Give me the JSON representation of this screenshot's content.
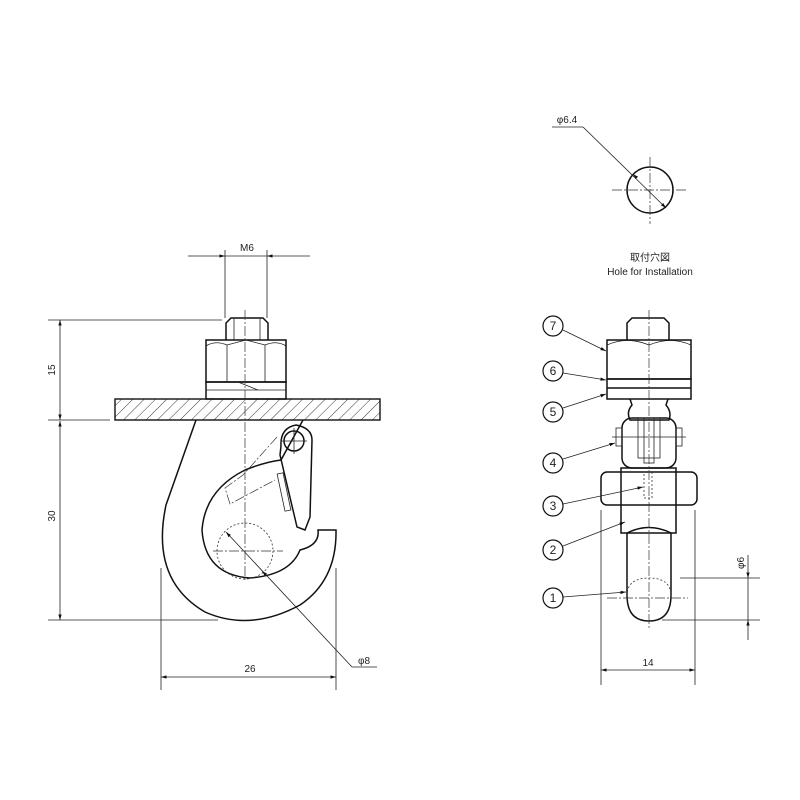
{
  "drawing": {
    "front_view": {
      "dim_thread": "M6",
      "dim_height_upper": "15",
      "dim_height_lower": "30",
      "dim_width": "26",
      "dim_hook_diameter": "φ8"
    },
    "mounting_hole": {
      "dim_diameter": "φ6.4",
      "title_jp": "取付穴図",
      "title_en": "Hole for Installation"
    },
    "side_view": {
      "dim_width": "14",
      "dim_diameter": "φ6",
      "balloons": [
        "7",
        "6",
        "5",
        "4",
        "3",
        "2",
        "1"
      ]
    }
  }
}
